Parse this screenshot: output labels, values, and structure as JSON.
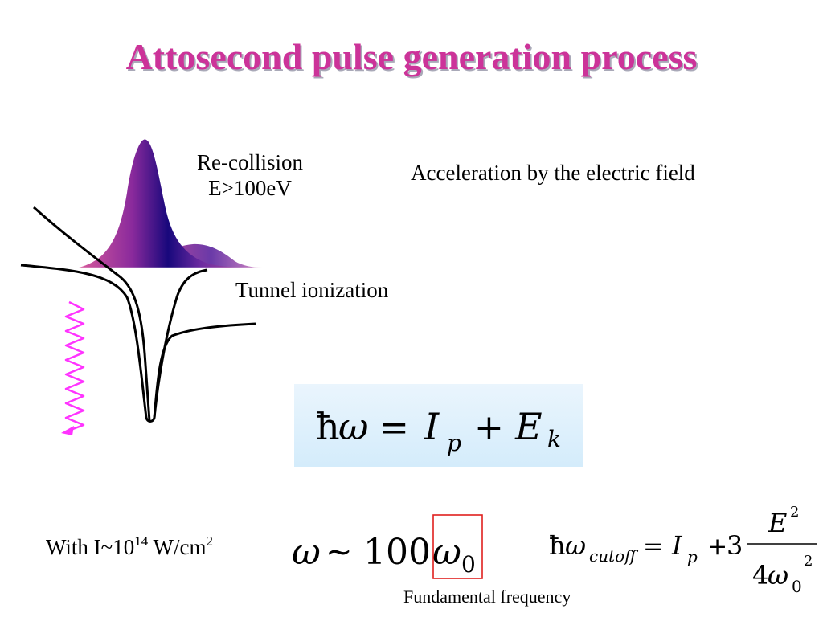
{
  "slide": {
    "title": "Attosecond pulse generation process",
    "recollision_line1": "Re-collision",
    "recollision_line2": "E>100eV",
    "acceleration": "Acceleration by the electric field",
    "tunnel": "Tunnel ionization",
    "with_prefix": "With I~10",
    "with_exp": "14",
    "with_unit": " W/cm",
    "with_unit_exp": "2",
    "fundamental": "Fundamental frequency"
  },
  "equations": {
    "energy": {
      "hbar": "ħ",
      "omega": "ω",
      "equals": "=",
      "I": "I",
      "p": "p",
      "plus": "+",
      "E": "E",
      "k": "k"
    },
    "frequency": {
      "omega": "ω",
      "tilde": "~",
      "hundred": "100",
      "omega0": "ω",
      "zero": "0"
    },
    "cutoff": {
      "hbar": "ħ",
      "omega": "ω",
      "sub": "cutoff",
      "equals": "=",
      "I": "I",
      "p": "p",
      "plus": "+",
      "three": "3",
      "num_E": "E",
      "num_exp": "2",
      "den_four": "4",
      "den_omega": "ω",
      "den_sub": "0",
      "den_exp": "2"
    }
  },
  "colors": {
    "title": "#cc3399",
    "wave_packet_dark": "#1a0a80",
    "wave_packet_light": "#c03a90",
    "laser_wave": "#ff33ff",
    "highlight_box": "#e0201e"
  }
}
